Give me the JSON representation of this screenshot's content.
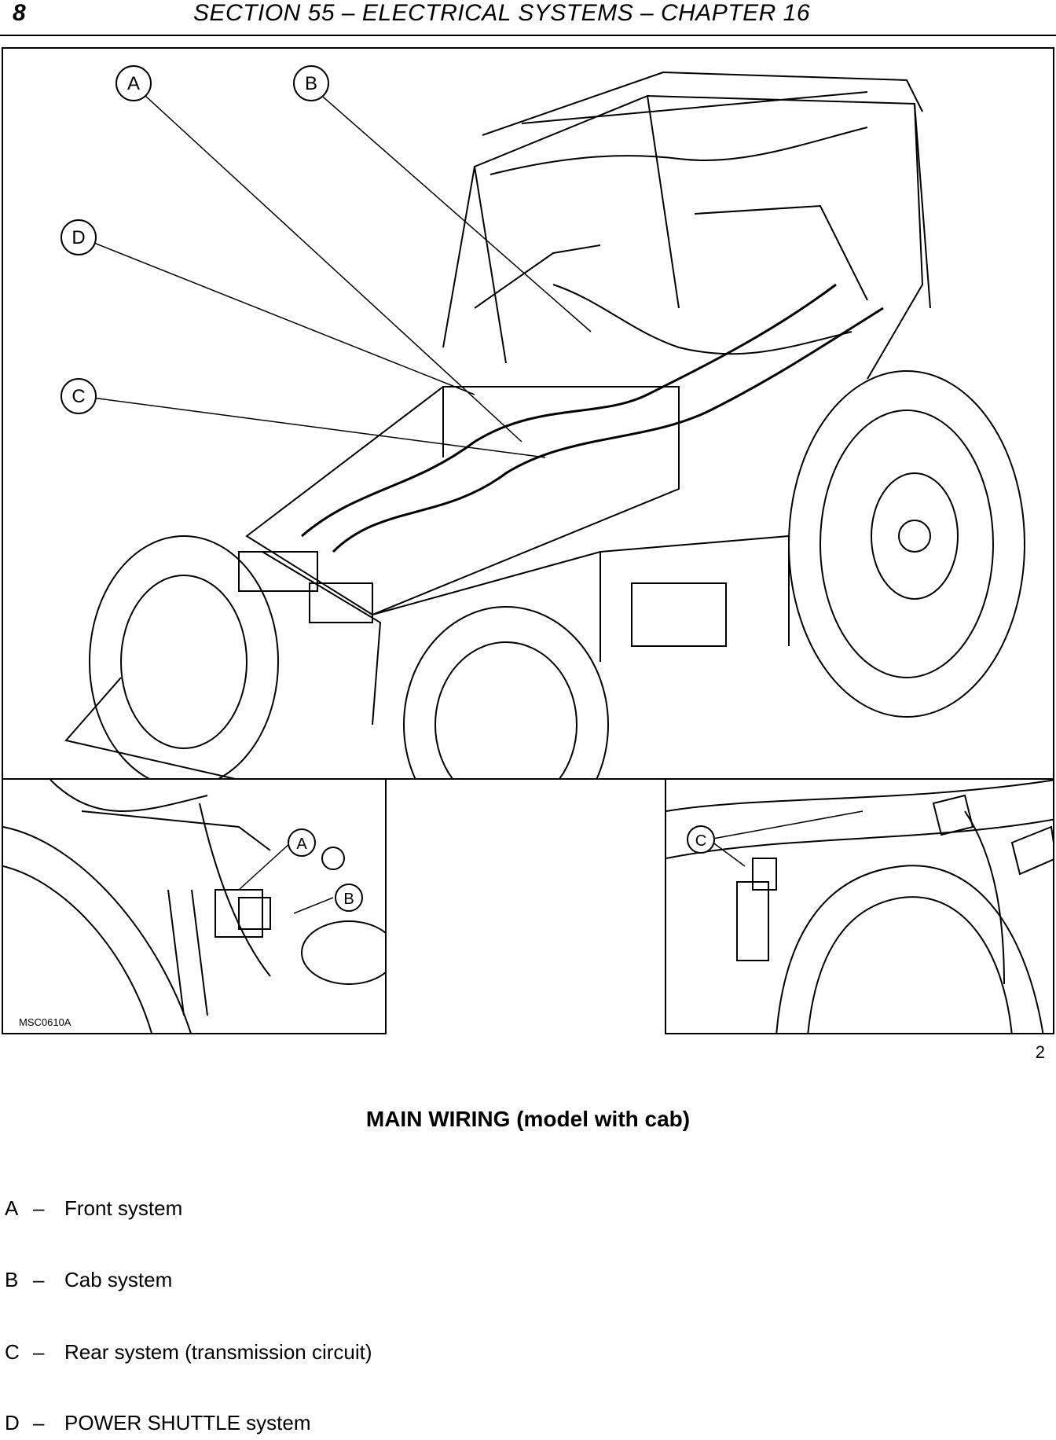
{
  "header": {
    "page_number": "8",
    "title": "SECTION 55 – ELECTRICAL SYSTEMS – CHAPTER 16"
  },
  "figure": {
    "code": "MSC0610A",
    "number": "2",
    "callouts": {
      "a": "A",
      "b": "B",
      "c": "C",
      "d": "D"
    }
  },
  "caption": "MAIN WIRING (model with cab)",
  "legend": [
    {
      "key": "A",
      "dash": "–",
      "text": "Front system"
    },
    {
      "key": "B",
      "dash": "–",
      "text": "Cab system"
    },
    {
      "key": "C",
      "dash": "–",
      "text": "Rear system (transmission circuit)"
    },
    {
      "key": "D",
      "dash": "–",
      "text": "POWER SHUTTLE system"
    }
  ]
}
